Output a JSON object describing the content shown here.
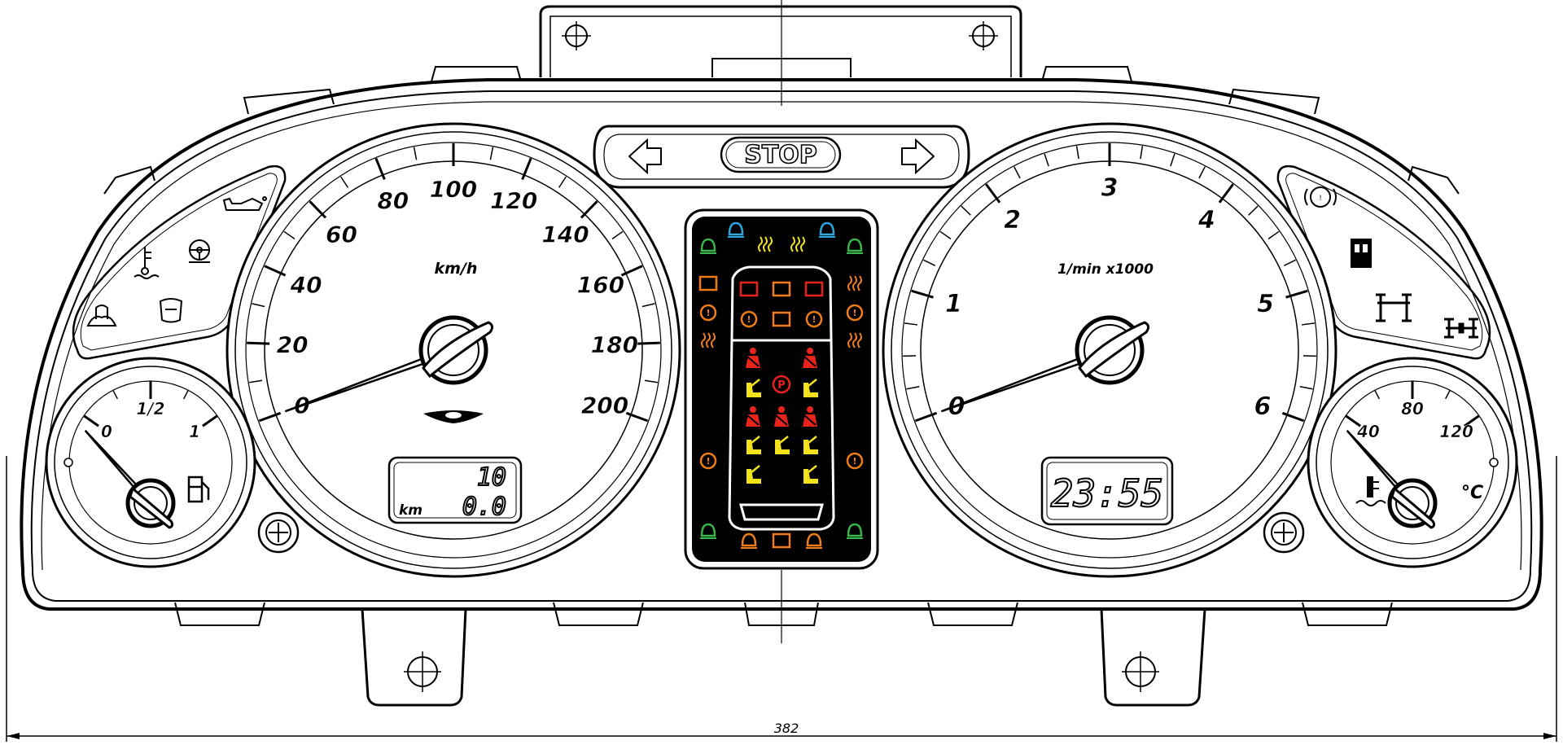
{
  "warning": {
    "stop_label": "STOP"
  },
  "speedometer": {
    "unit": "km/h",
    "labels": [
      "0",
      "20",
      "40",
      "60",
      "80",
      "100",
      "120",
      "140",
      "160",
      "180",
      "200"
    ],
    "lcd": {
      "trip": "10",
      "odometer": "0.0",
      "unit": "km"
    },
    "needle_value": 0
  },
  "tachometer": {
    "unit": "1/min x1000",
    "labels": [
      "0",
      "1",
      "2",
      "3",
      "4",
      "5",
      "6"
    ],
    "clock": "23:55",
    "needle_value": 0
  },
  "fuel_gauge": {
    "labels": [
      "0",
      "1/2",
      "1"
    ],
    "needle_value": 0
  },
  "temp_gauge": {
    "labels": [
      "40",
      "80",
      "120"
    ],
    "unit": "°C",
    "needle_value": 40
  },
  "dimension": {
    "width_label": "382"
  },
  "colors": {
    "red": "#e8231c",
    "orange": "#ef7d1a",
    "yellow": "#f2e21c",
    "green": "#38b54a",
    "blue": "#2ea6de",
    "panel": "#000000"
  },
  "icons": {
    "left_group": [
      "engine-oil-icon",
      "coolant-temp-icon",
      "steering-icon",
      "coolant-level-icon",
      "brake-fluid-icon"
    ],
    "right_group": [
      "brake-icon",
      "door-open-icon",
      "trailer-icon",
      "axle-icon"
    ]
  }
}
